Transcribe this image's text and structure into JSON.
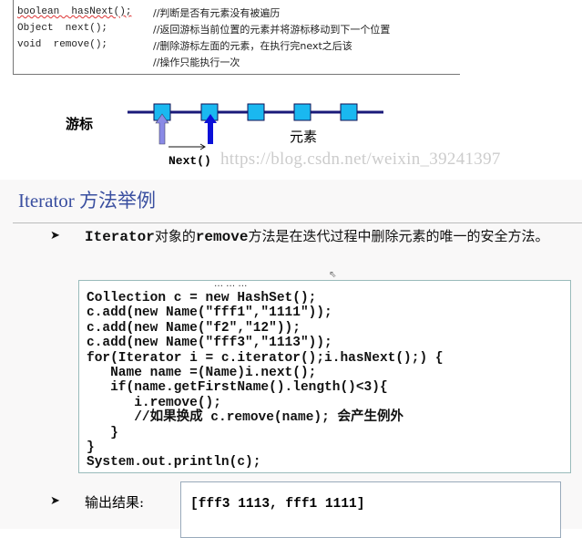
{
  "api_box": {
    "lines": [
      {
        "code": "boolean  hasNext();",
        "comment": "//判断是否有元素没有被遍历"
      },
      {
        "code": "Object  next();",
        "comment": "//返回游标当前位置的元素并将游标移动到下一个位置"
      },
      {
        "code": "void  remove();",
        "comment": "//删除游标左面的元素，在执行完next之后该"
      },
      {
        "code": "",
        "comment": "//操作只能执行一次"
      }
    ]
  },
  "diagram": {
    "cursor_label": "游标",
    "element_label": "元素",
    "next_label": "Next()",
    "element_color": "#1ab8f0",
    "line_color": "#1a1a7a",
    "arrow_light": "#8a8ae6",
    "arrow_dark": "#0a10d8"
  },
  "watermark": "https://blog.csdn.net/weixin_39241397",
  "slide": {
    "title": "Iterator 方法举例",
    "bullet1": {
      "p1": "Iterator",
      "p2": "对象的",
      "p3": "remove",
      "p4": "方法是在迭代过程中删除元素的唯一的安全方法。"
    },
    "ellipsis": "… … …",
    "code": [
      "Collection c = new HashSet();",
      "c.add(new Name(\"fff1\",\"1111\"));",
      "c.add(new Name(\"f2\",\"12\"));",
      "c.add(new Name(\"fff3\",\"1113\"));",
      "for(Iterator i = c.iterator();i.hasNext();) {",
      "   Name name =(Name)i.next();",
      "   if(name.getFirstName().length()<3){",
      "      i.remove();",
      "      //如果换成 c.remove(name); 会产生例外",
      "   }",
      "}",
      "System.out.println(c);"
    ],
    "output_label": "输出结果:",
    "output_value": "[fff3 1113, fff1 1111]"
  }
}
